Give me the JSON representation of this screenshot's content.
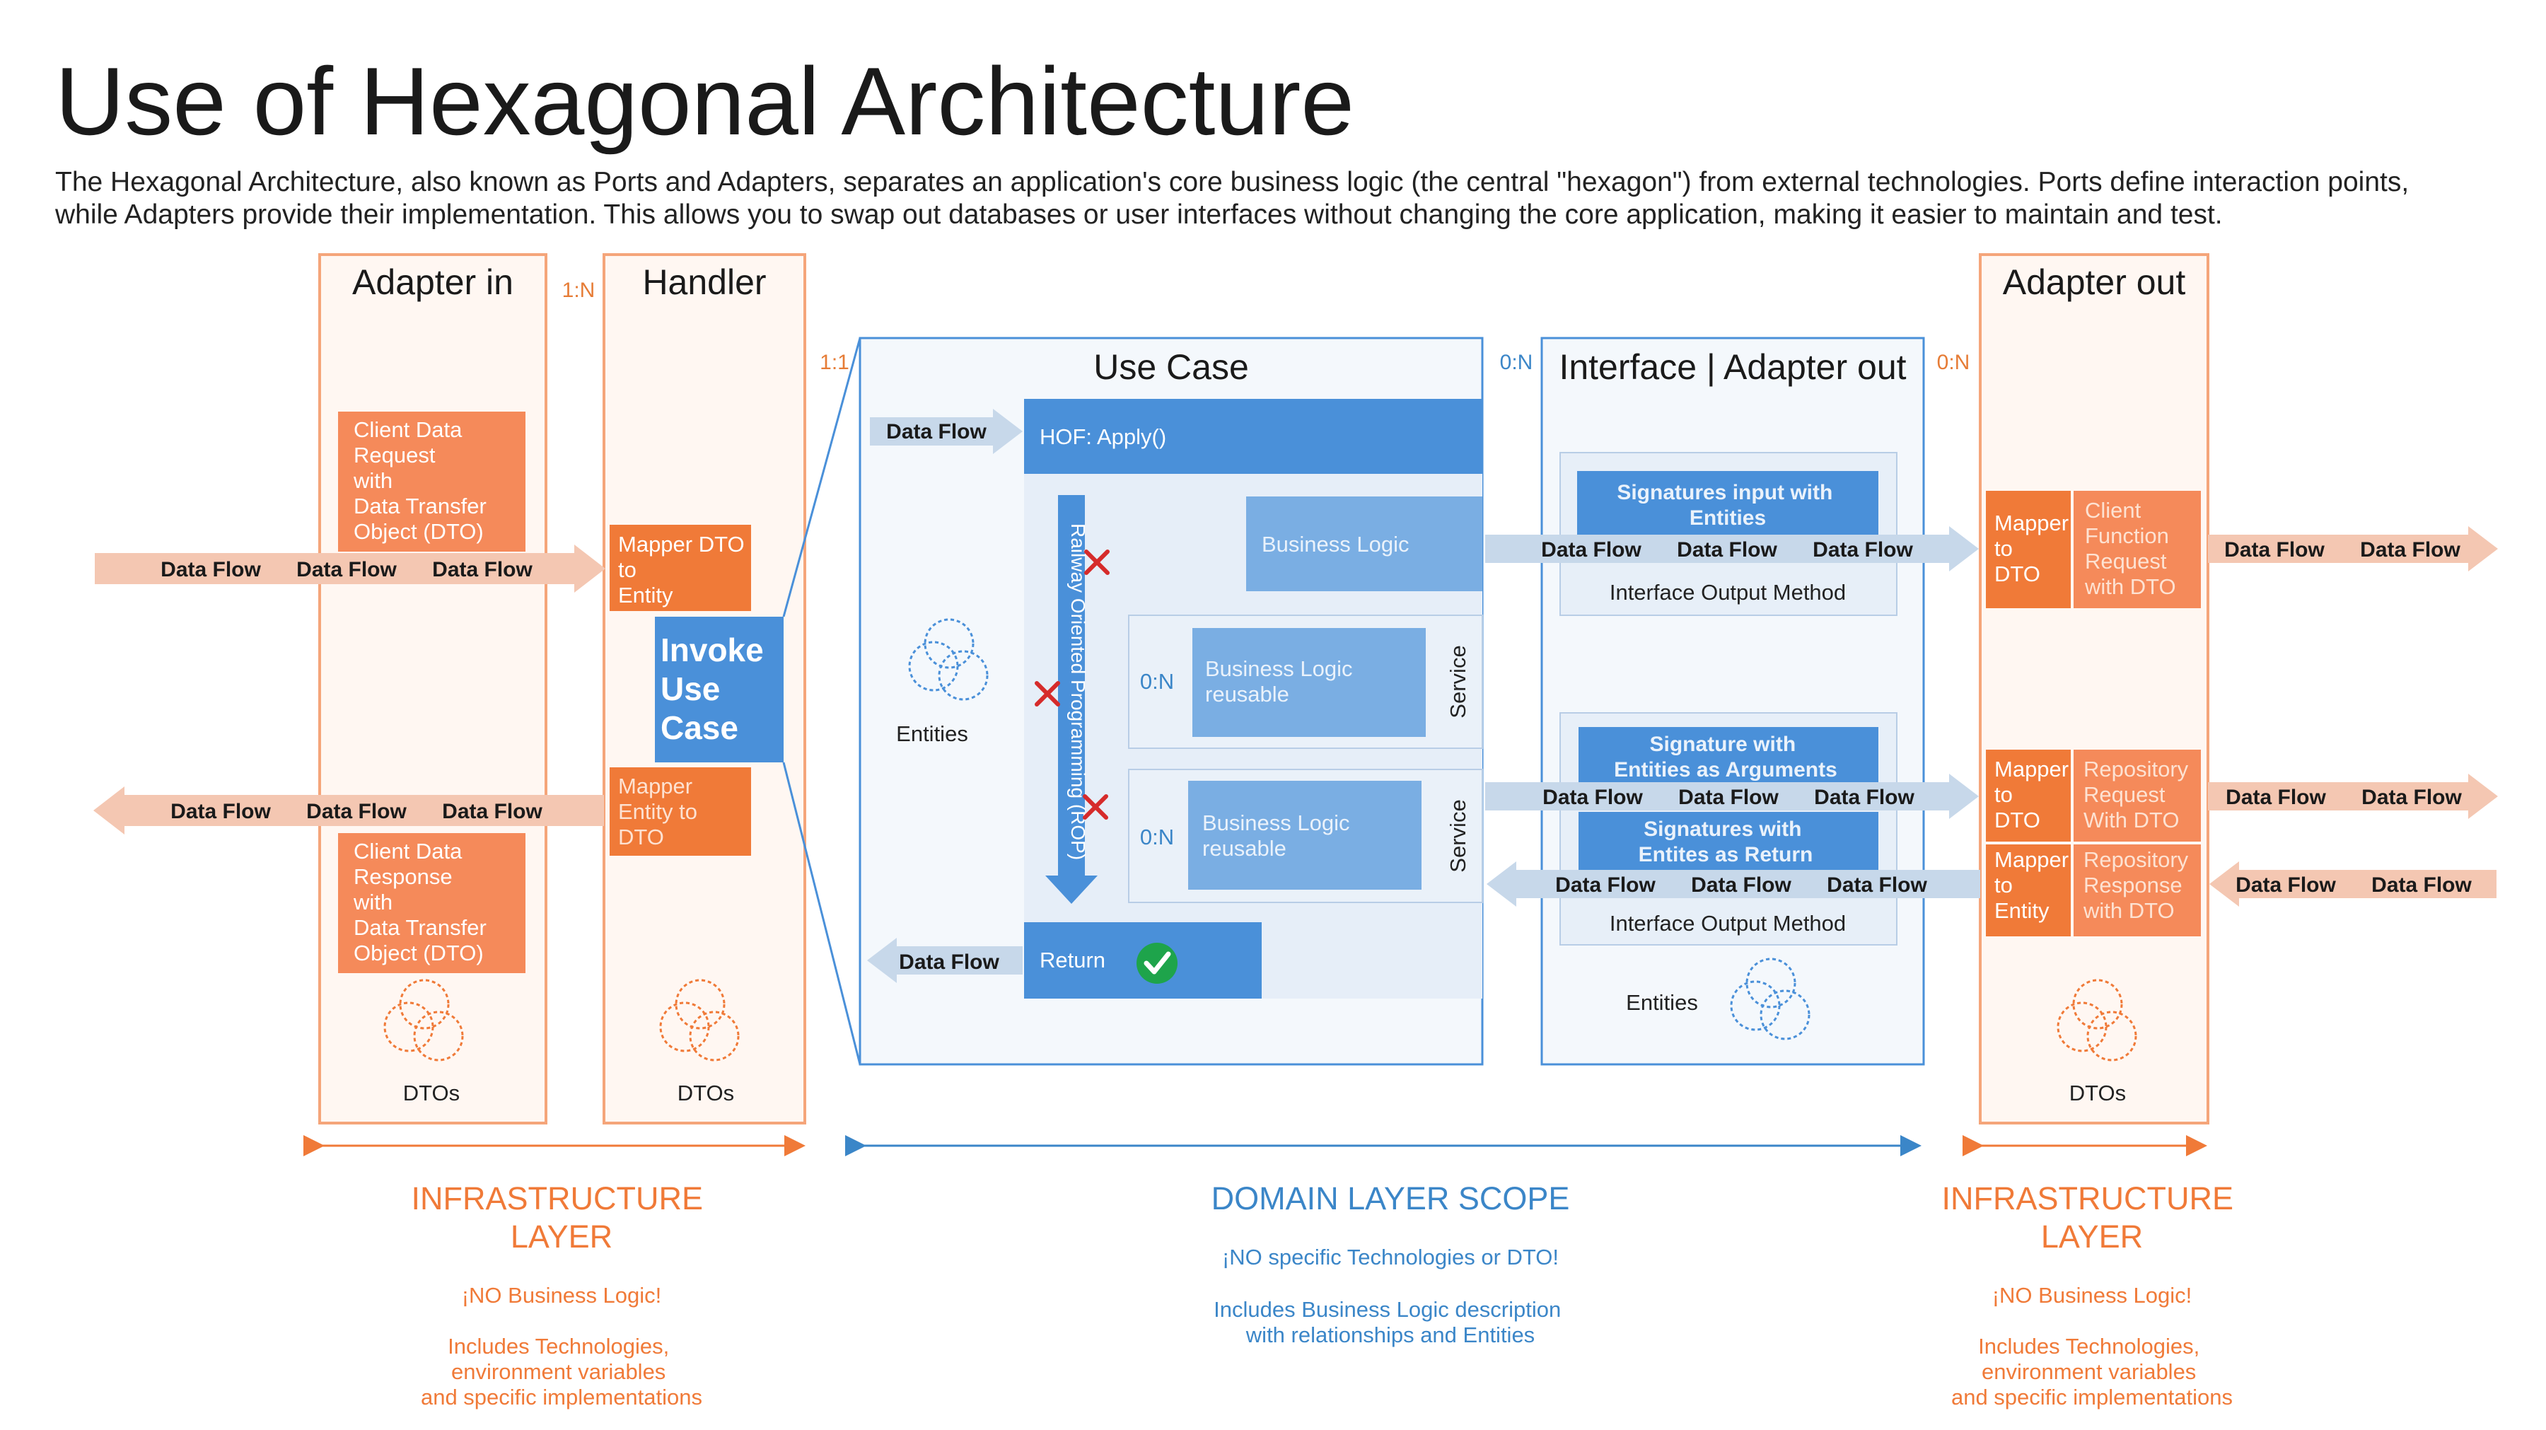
{
  "title": "Use of Hexagonal Architecture",
  "subtitle_line1": "The Hexagonal Architecture, also known as Ports and Adapters, separates an application's core business logic (the central \"hexagon\") from external technologies. Ports define interaction points,",
  "subtitle_line2": "while Adapters provide their implementation. This allows you to swap out databases or user interfaces without changing the core application, making it easier to maintain and test.",
  "flow_label": "Data Flow",
  "adapter_in": {
    "title": "Adapter in",
    "request_card": [
      "Client Data",
      "Request",
      "with",
      "Data Transfer",
      "Object (DTO)"
    ],
    "response_card": [
      "Client Data",
      "Response",
      "with",
      "Data Transfer",
      "Object (DTO)"
    ],
    "dtos_label": "DTOs"
  },
  "handler": {
    "title": "Handler",
    "multiplicity": "1:N",
    "mapper_in": [
      "Mapper DTO",
      "to",
      "Entity"
    ],
    "invoke": [
      "Invoke",
      "Use",
      "Case"
    ],
    "mapper_out": [
      "Mapper",
      "Entity to",
      "DTO"
    ],
    "dtos_label": "DTOs"
  },
  "use_case": {
    "title": "Use Case",
    "multiplicity": "1:1",
    "hof": "HOF: Apply()",
    "business_logic": "Business Logic",
    "rop": "Railway Oriented Programming (ROP)",
    "service_label": "Service",
    "service_multiplicity": "0:N",
    "reusable": [
      "Business Logic",
      "reusable"
    ],
    "return_label": "Return",
    "entities_label": "Entities"
  },
  "interface": {
    "title": "Interface | Adapter out",
    "multiplicity": "0:N",
    "sig_input": [
      "Signatures input with",
      "Entities"
    ],
    "sig_args": [
      "Signature with",
      "Entities as Arguments"
    ],
    "sig_return": [
      "Signatures with",
      "Entites as Return"
    ],
    "output_method": "Interface Output Method",
    "entities_label": "Entities"
  },
  "adapter_out": {
    "title": "Adapter out",
    "multiplicity": "0:N",
    "mapper_to_dto": [
      "Mapper",
      "to",
      "DTO"
    ],
    "mapper_to_entity": [
      "Mapper",
      "to",
      "Entity"
    ],
    "client_function": [
      "Client",
      "Function",
      "Request",
      "with DTO"
    ],
    "repo_request": [
      "Repository",
      "Request",
      "With DTO"
    ],
    "repo_response": [
      "Repository",
      "Response",
      "with DTO"
    ],
    "dtos_label": "DTOs"
  },
  "layers": {
    "infra_left": {
      "title": [
        "INFRASTRUCTURE",
        "LAYER"
      ],
      "no_logic": "¡NO Business Logic!",
      "includes": [
        "Includes Technologies,",
        "environment variables",
        "and specific implementations"
      ]
    },
    "domain": {
      "title": "DOMAIN LAYER SCOPE",
      "no_tech": "¡NO specific Technologies or DTO!",
      "includes": [
        "Includes Business Logic description",
        "with relationships and Entities"
      ]
    },
    "infra_right": {
      "title": [
        "INFRASTRUCTURE",
        "LAYER"
      ],
      "no_logic": "¡NO Business Logic!",
      "includes": [
        "Includes Technologies,",
        "environment variables",
        "and specific implementations"
      ]
    }
  },
  "colors": {
    "orange": "#f07a38",
    "orange_card": "#f58a5a",
    "orange_panel_bg": "#fff7f2",
    "blue": "#4a90d9",
    "blue_light": "#7aaee3",
    "blue_panel_bg": "#f4f8fc",
    "flow_blue": "#c7d8ea",
    "flow_orange": "#f4c7b2"
  }
}
